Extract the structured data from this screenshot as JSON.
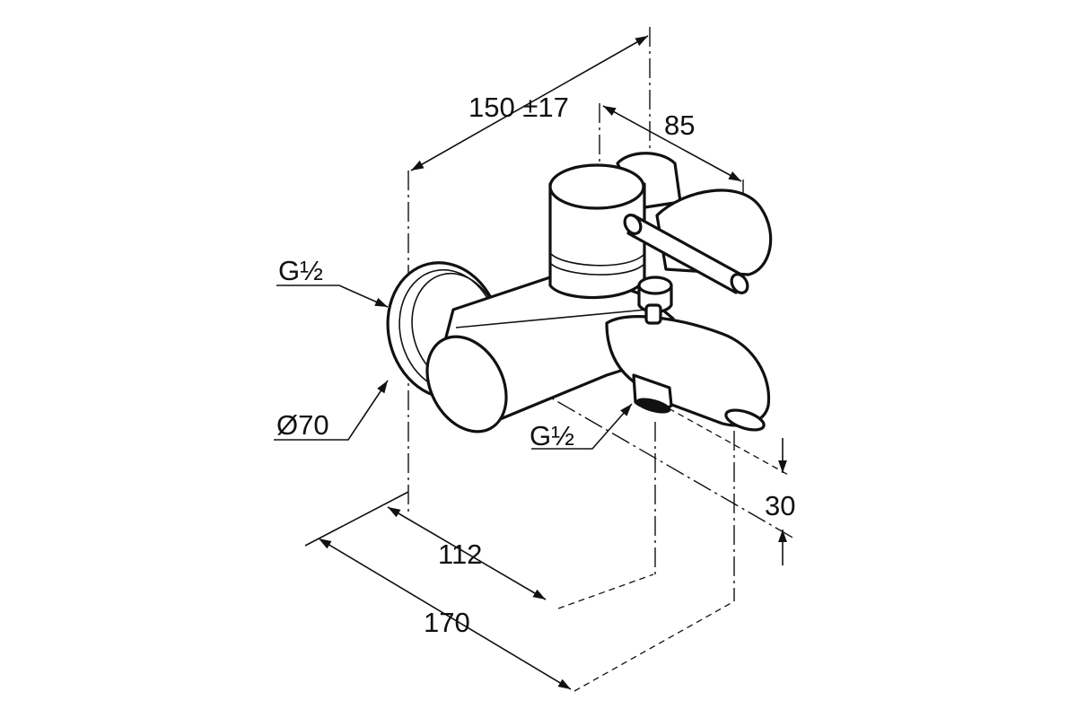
{
  "drawing": {
    "subject": "",
    "dimensions": {
      "inlet_thread": "G½",
      "rosette_diameter": "Ø70",
      "outlet_thread": "G½",
      "center_distance": "150 ±17",
      "lever_offset": "85",
      "spout_height": "30",
      "inlet_to_outlet": "112",
      "overall_projection": "170"
    }
  }
}
